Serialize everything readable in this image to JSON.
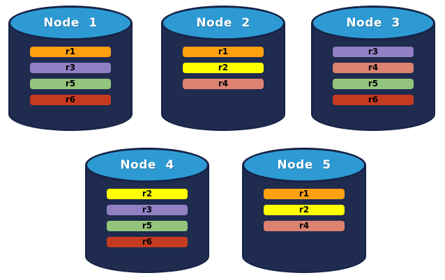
{
  "colors": {
    "background": "#FFFFFF",
    "cylinder_body": "#1F2B4F",
    "cylinder_outline": "#152347",
    "cylinder_top": "#2E9AD4",
    "title_text": "#FFFFFF",
    "bar_text": "#000000"
  },
  "replica_colors": {
    "r1": "#FFA011",
    "r2": "#FFFF00",
    "r3": "#9180C4",
    "r4": "#DD8271",
    "r5": "#93C47D",
    "r6": "#C43B22"
  },
  "nodes": [
    {
      "label": "Node 1",
      "replicas": [
        "r1",
        "r3",
        "r5",
        "r6"
      ]
    },
    {
      "label": "Node 2",
      "replicas": [
        "r1",
        "r2",
        "r4"
      ]
    },
    {
      "label": "Node 3",
      "replicas": [
        "r3",
        "r4",
        "r5",
        "r6"
      ]
    },
    {
      "label": "Node 4",
      "replicas": [
        "r2",
        "r3",
        "r5",
        "r6"
      ]
    },
    {
      "label": "Node 5",
      "replicas": [
        "r1",
        "r2",
        "r4"
      ]
    }
  ]
}
